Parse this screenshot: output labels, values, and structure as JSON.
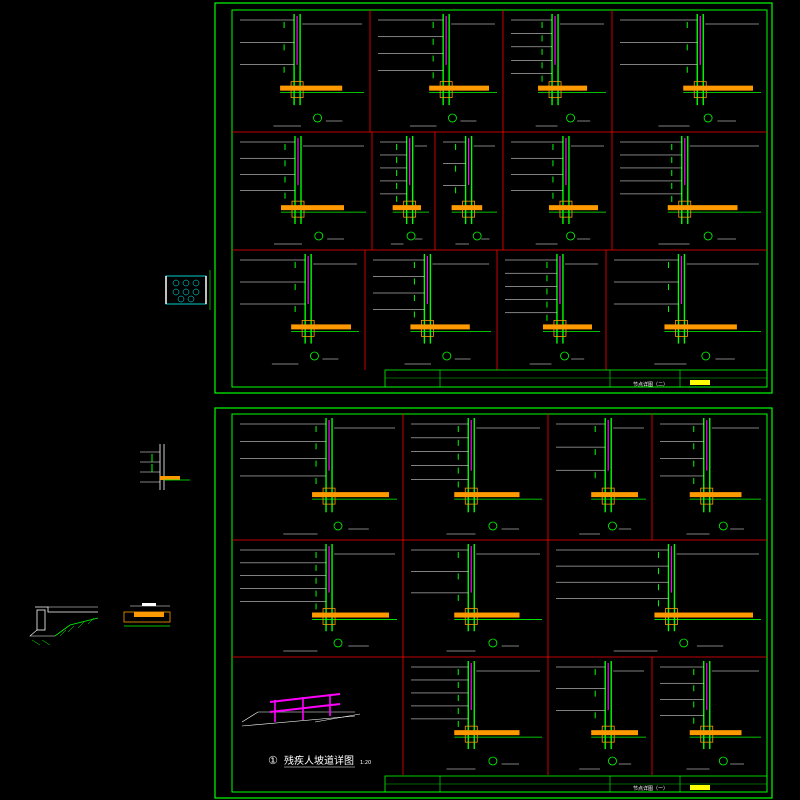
{
  "sheets": {
    "top": {
      "title_block_text": "节点详图（二）"
    },
    "bottom": {
      "title_block_text": "节点详图（一）",
      "ramp_detail_title": "残疾人坡道详图",
      "ramp_detail_number": "①",
      "ramp_detail_scale": "1:20"
    }
  },
  "colors": {
    "background": "#000000",
    "frame": "#00ff00",
    "grid": "#ff0000",
    "wall_outline": "#00ff00",
    "detail_lines": "#ffffff",
    "magenta": "#ff00ff",
    "fill": "#ff9900",
    "cyan": "#00ffff",
    "yellow": "#ffff00"
  }
}
